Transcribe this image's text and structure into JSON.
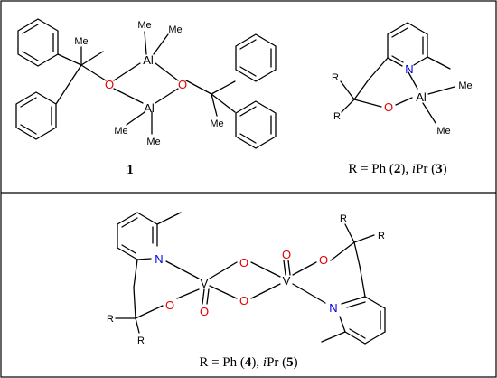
{
  "colors": {
    "oxygen": "#e00000",
    "nitrogen": "#0000dd",
    "ink": "#000000",
    "frame": "#000000"
  },
  "compound1": {
    "number": "1",
    "Me": "Me",
    "Al": "Al",
    "O": "O"
  },
  "compound23": {
    "R": "R",
    "O": "O",
    "N": "N",
    "Al": "Al",
    "Me": "Me",
    "caption": {
      "pre": "R = Ph (",
      "n1": "2",
      "mid": "), ",
      "ipr": "i",
      "pr": "Pr (",
      "n2": "3",
      "post": ")"
    }
  },
  "compound45": {
    "R": "R",
    "O": "O",
    "N": "N",
    "V": "V",
    "caption": {
      "pre": "R = Ph (",
      "n1": "4",
      "mid": "), ",
      "ipr": "i",
      "pr": "Pr (",
      "n2": "5",
      "post": ")"
    }
  }
}
